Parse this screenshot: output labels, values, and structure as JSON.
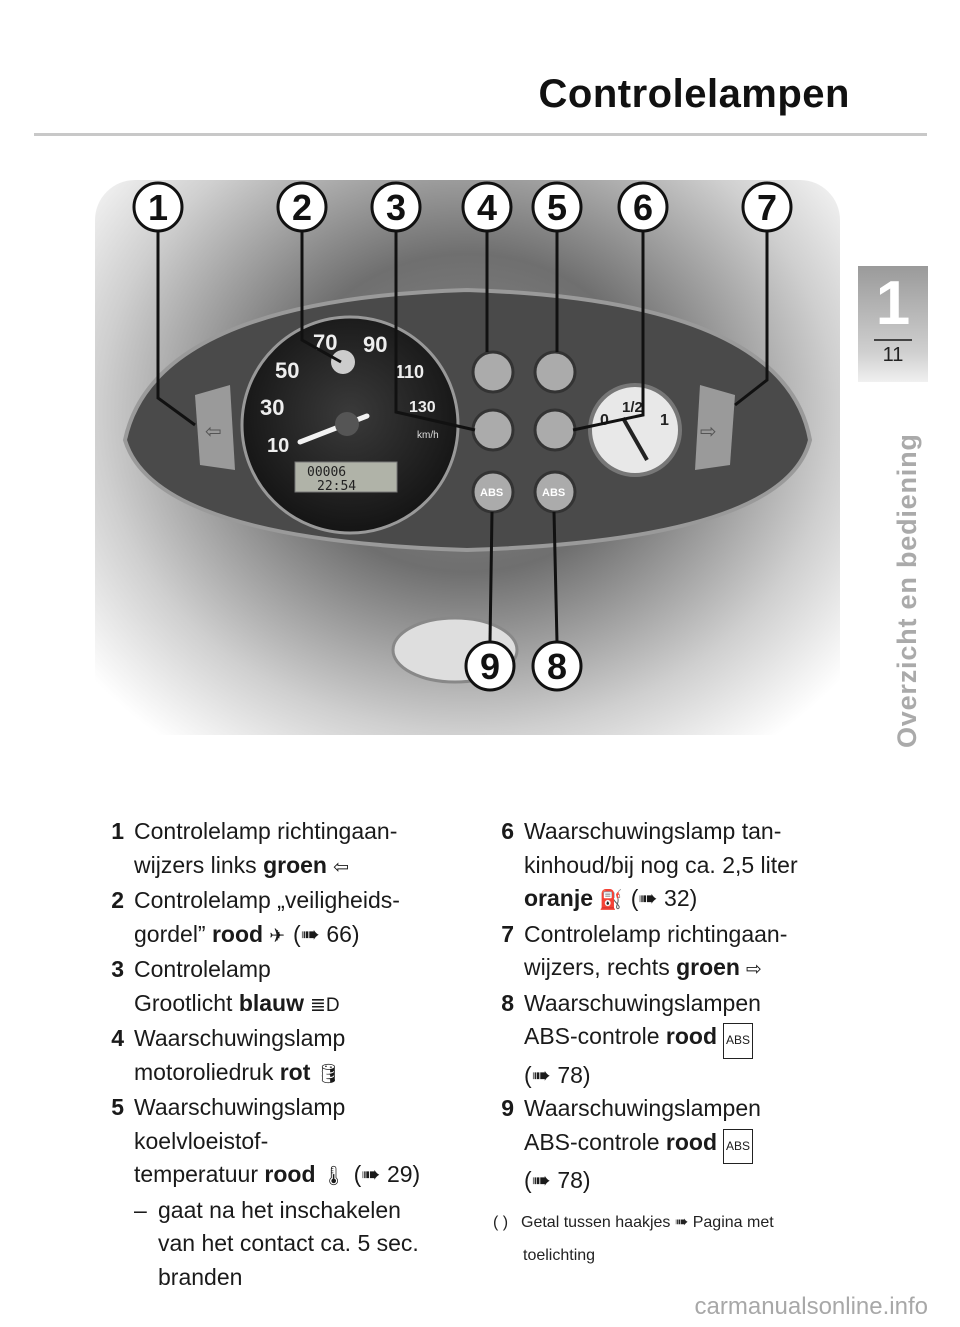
{
  "header": {
    "title": "Controlelampen"
  },
  "chapter": {
    "number": "1",
    "page": "11",
    "section": "Overzicht en bediening"
  },
  "figure": {
    "callouts": [
      "1",
      "2",
      "3",
      "4",
      "5",
      "6",
      "7",
      "8",
      "9"
    ],
    "speed_labels": [
      "70",
      "90",
      "50",
      "110",
      "30",
      "130",
      "10"
    ],
    "unit": "km/h",
    "odometer": "00006",
    "clock": "22:54",
    "abs_label": "ABS",
    "fuel_labels": [
      "0",
      "1/2",
      "1"
    ]
  },
  "items_left": [
    {
      "num": "1",
      "line1": "Controlelamp richtingaan-",
      "line2_pre": "wijzers links ",
      "color": "groen",
      "glyph": "⇦"
    },
    {
      "num": "2",
      "line1": "Controlelamp „veiligheids-",
      "line2_pre": "gordel” ",
      "color": "rood",
      "glyph": "✈",
      "ref": "(➠ 66)"
    },
    {
      "num": "3",
      "line1": "Controlelamp",
      "line2_pre": "Grootlicht ",
      "color": "blauw",
      "glyph": "≣D"
    },
    {
      "num": "4",
      "line1": "Waarschuwingslamp",
      "line2_pre": "motoroliedruk ",
      "color": "rot",
      "glyph": "🛢"
    },
    {
      "num": "5",
      "line1": "Waarschuwingslamp",
      "line2": "koelvloeistof-",
      "line3_pre": "temperatuur ",
      "color": "rood",
      "glyph": "🌡",
      "ref": "(➠ 29)"
    }
  ],
  "sub_note": {
    "dash": "–",
    "line1": "gaat na het inschakelen",
    "line2": "van het contact ca. 5 sec.",
    "line3": "branden"
  },
  "items_right": [
    {
      "num": "6",
      "line1": "Waarschuwingslamp tan-",
      "line2": "kinhoud/bij nog ca. 2,5 liter",
      "color": "oranje",
      "glyph": "⛽",
      "ref": "(➠ 32)"
    },
    {
      "num": "7",
      "line1": "Controlelamp richtingaan-",
      "line2_pre": "wijzers, rechts ",
      "color": "groen",
      "glyph": "⇨"
    },
    {
      "num": "8",
      "line1": "Waarschuwingslampen",
      "line2_pre": "ABS-controle ",
      "color": "rood",
      "glyph": "ABS",
      "ref": "(➠ 78)"
    },
    {
      "num": "9",
      "line1": "Waarschuwingslampen",
      "line2_pre": "ABS-controle ",
      "color": "rood",
      "glyph": "ABS",
      "ref": "(➠ 78)"
    }
  ],
  "footnote": {
    "paren": "( )",
    "text": "Getal tussen haakjes ➠ Pagina met",
    "text2": "toelichting"
  },
  "watermark": "carmanualsonline.info"
}
